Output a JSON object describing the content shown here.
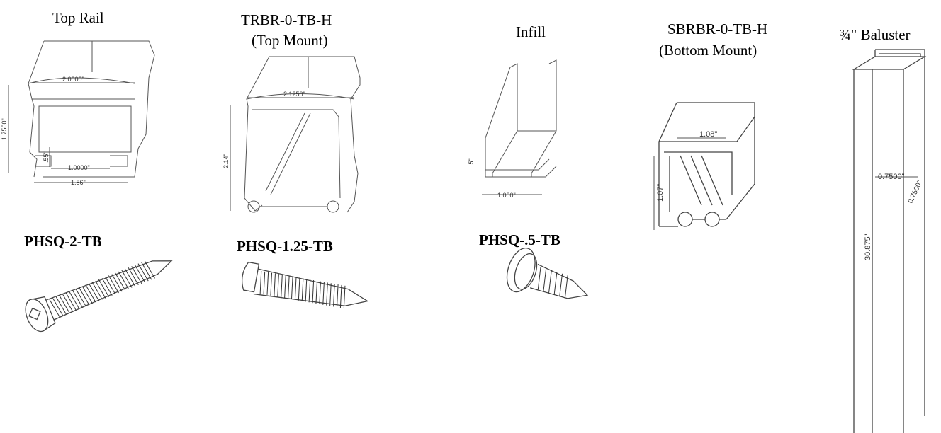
{
  "labels": {
    "top_rail": "Top Rail",
    "trbr_line1": "TRBR-0-TB-H",
    "trbr_line2": "(Top Mount)",
    "infill": "Infill",
    "sbrbr_line1": "SBRBR-0-TB-H",
    "sbrbr_line2": "(Bottom Mount)",
    "baluster": "¾\" Baluster",
    "screw_2": "PHSQ-2-TB",
    "screw_125": "PHSQ-1.25-TB",
    "screw_05": "PHSQ-.5-TB"
  },
  "dimensions": {
    "top_rail_width": "2.0000\"",
    "top_rail_height": "1.7500\"",
    "top_rail_slot": ".55\"",
    "top_rail_inner": "1.0000\"",
    "top_rail_base": "1.86\"",
    "trbr_width": "2.1250\"",
    "trbr_height": "2.14\"",
    "infill_height": ".5\"",
    "infill_width": "1.000\"",
    "sbrbr_width": "1.08\"",
    "sbrbr_height": "1.07\"",
    "baluster_width": "0.7500\"",
    "baluster_depth": "0.7500\"",
    "baluster_length": "30.875\""
  },
  "colors": {
    "line": "#555555",
    "text": "#000000",
    "background": "#ffffff"
  }
}
